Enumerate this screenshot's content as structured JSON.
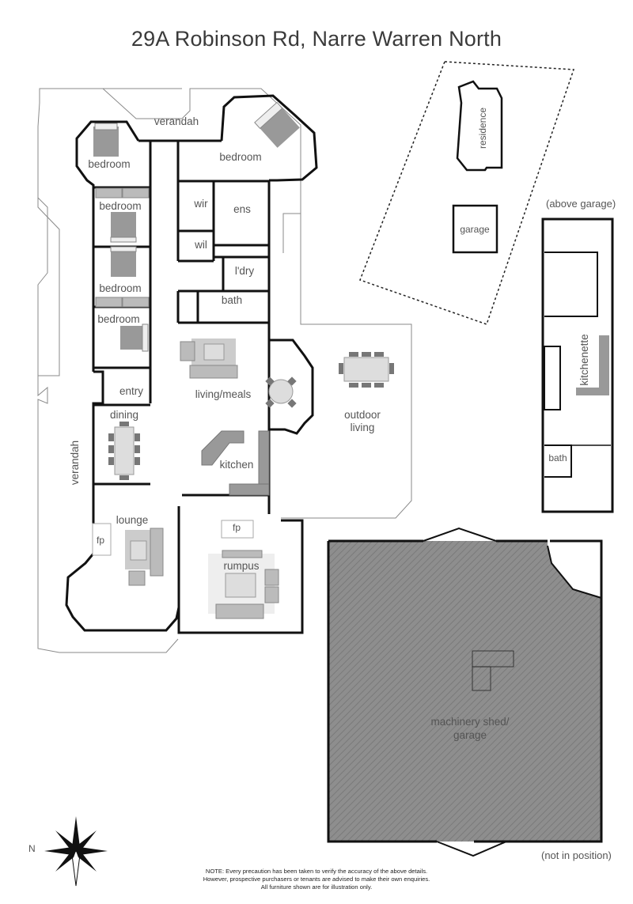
{
  "header": {
    "title": "29A Robinson Rd, Narre Warren North"
  },
  "rooms": {
    "verandah_top": "verandah",
    "bedroom_1": "bedroom",
    "bedroom_master": "bedroom",
    "bedroom_2": "bedroom",
    "bedroom_3": "bedroom",
    "bedroom_4": "bedroom",
    "wir": "wir",
    "wil": "wil",
    "ens": "ens",
    "laundry": "l'dry",
    "bath": "bath",
    "living_meals": "living/meals",
    "entry": "entry",
    "dining": "dining",
    "verandah_side": "verandah",
    "kitchen": "kitchen",
    "outdoor_living": "outdoor living",
    "outdoor_line1": "outdoor",
    "outdoor_line2": "living",
    "lounge": "lounge",
    "fp_lounge": "fp",
    "rumpus": "rumpus",
    "fp_rumpus": "fp"
  },
  "site_plan": {
    "residence": "residence",
    "garage": "garage"
  },
  "above_garage": {
    "caption": "(above garage)",
    "kitchenette": "kitchenette",
    "bath": "bath"
  },
  "shed": {
    "label_line1": "machinery shed/",
    "label_line2": "garage",
    "caption": "(not in position)"
  },
  "compass": {
    "label": "N"
  },
  "footer": {
    "note_line1": "NOTE: Every precaution has been taken to verify the accuracy of the above details.",
    "note_line2": "However, prospective purchasers or tenants are advised to make their own enquiries.",
    "note_line3": "All furniture shown are for illustration only."
  },
  "colors": {
    "wall": "#111111",
    "outline": "#8a8a8a",
    "furniture": "#8c8c8c",
    "rug": "#d4d4d4",
    "shed_fill": "#8e8e8e",
    "text": "#555555"
  }
}
